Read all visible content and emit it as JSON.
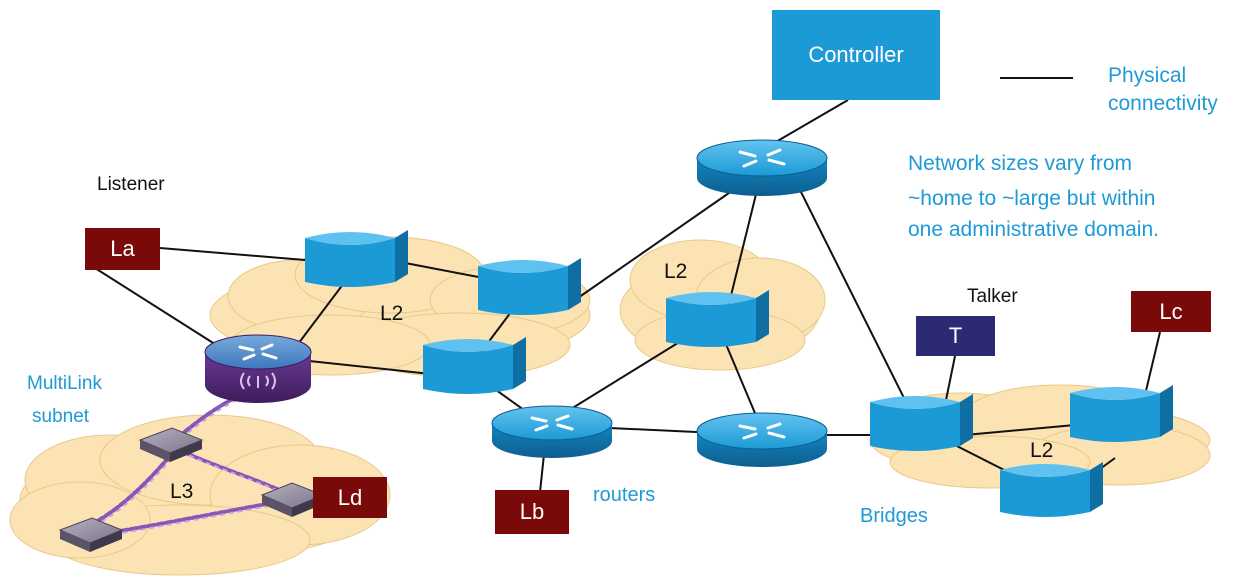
{
  "controller": {
    "label": "Controller"
  },
  "legend": {
    "text_line1": "Physical",
    "text_line2": "connectivity"
  },
  "note": {
    "line1": "Network sizes vary from",
    "line2": "~home to ~large but within",
    "line3": "one administrative domain."
  },
  "labels": {
    "listener": "Listener",
    "talker": "Talker",
    "multilink_line1": "MultiLink",
    "multilink_line2": "subnet",
    "routers": "routers",
    "bridges": "Bridges"
  },
  "clouds": {
    "l2_left": "L2",
    "l2_mid": "L2",
    "l2_right": "L2",
    "l3": "L3"
  },
  "endpoints": {
    "la": "La",
    "lb": "Lb",
    "lc": "Lc",
    "ld": "Ld",
    "t": "T"
  },
  "colors": {
    "controller": "#1b9ad6",
    "device_blue": "#1b9ad6",
    "endpoint": "#7a0a0a",
    "talker": "#2b2a72",
    "cloud": "#fbe3b4",
    "label_blue": "#1e9ad6",
    "multilink_router": "#5b2d7f"
  }
}
